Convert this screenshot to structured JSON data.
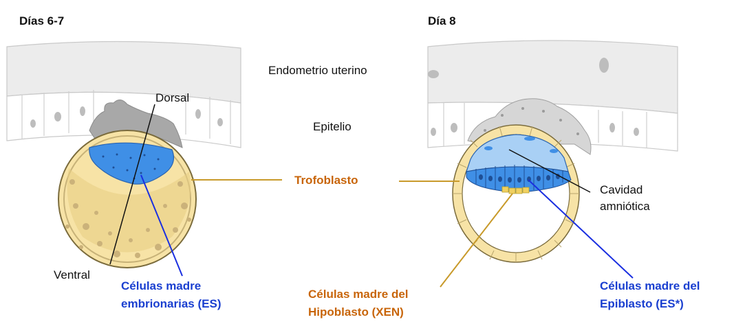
{
  "panels": {
    "left_title": "Días 6-7",
    "right_title": "Día 8"
  },
  "labels": {
    "endometrium": "Endometrio uterino",
    "epithelium": "Epitelio",
    "dorsal": "Dorsal",
    "ventral": "Ventral",
    "trophoblast": "Trofoblasto",
    "amniotic_line1": "Cavidad",
    "amniotic_line2": "amniótica",
    "es_line1": "Células madre",
    "es_line2": "embrionarias (ES)",
    "xen_line1": "Células madre del",
    "xen_line2": "Hipoblasto (XEN)",
    "epi_line1": "Células madre del",
    "epi_line2": "Epiblasto (ES*)"
  },
  "colors": {
    "orange_text": "#c8650a",
    "orange_line": "#c89a2a",
    "blue_text": "#1a3fd0",
    "blue_line": "#1a2fe0",
    "tissue_gray": "#ececec",
    "trophoblast_fill": "#f7e3a6",
    "epiblast_blue": "#3f8fe6",
    "amnion_light_blue": "#a9d0f5"
  },
  "icons": {
    "left_embryo": "blastocyst-illustration",
    "right_embryo": "implanted-embryo-illustration"
  }
}
